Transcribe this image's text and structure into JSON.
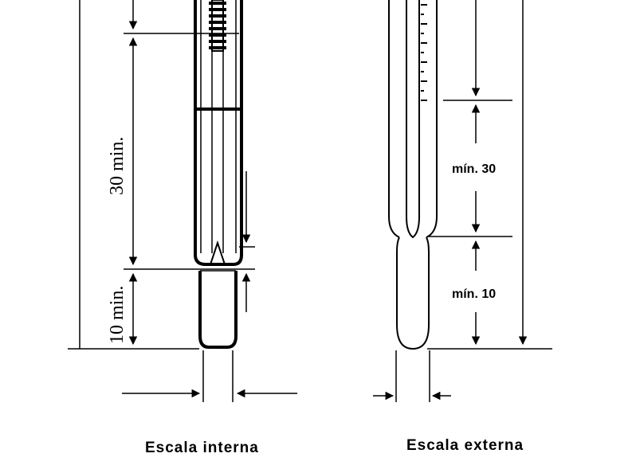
{
  "internal": {
    "caption": "Escala interna",
    "label_30": "30 min.",
    "label_10": "10 min."
  },
  "external": {
    "caption": "Escala externa",
    "label_30": "mín. 30",
    "label_10": "mín. 10"
  }
}
